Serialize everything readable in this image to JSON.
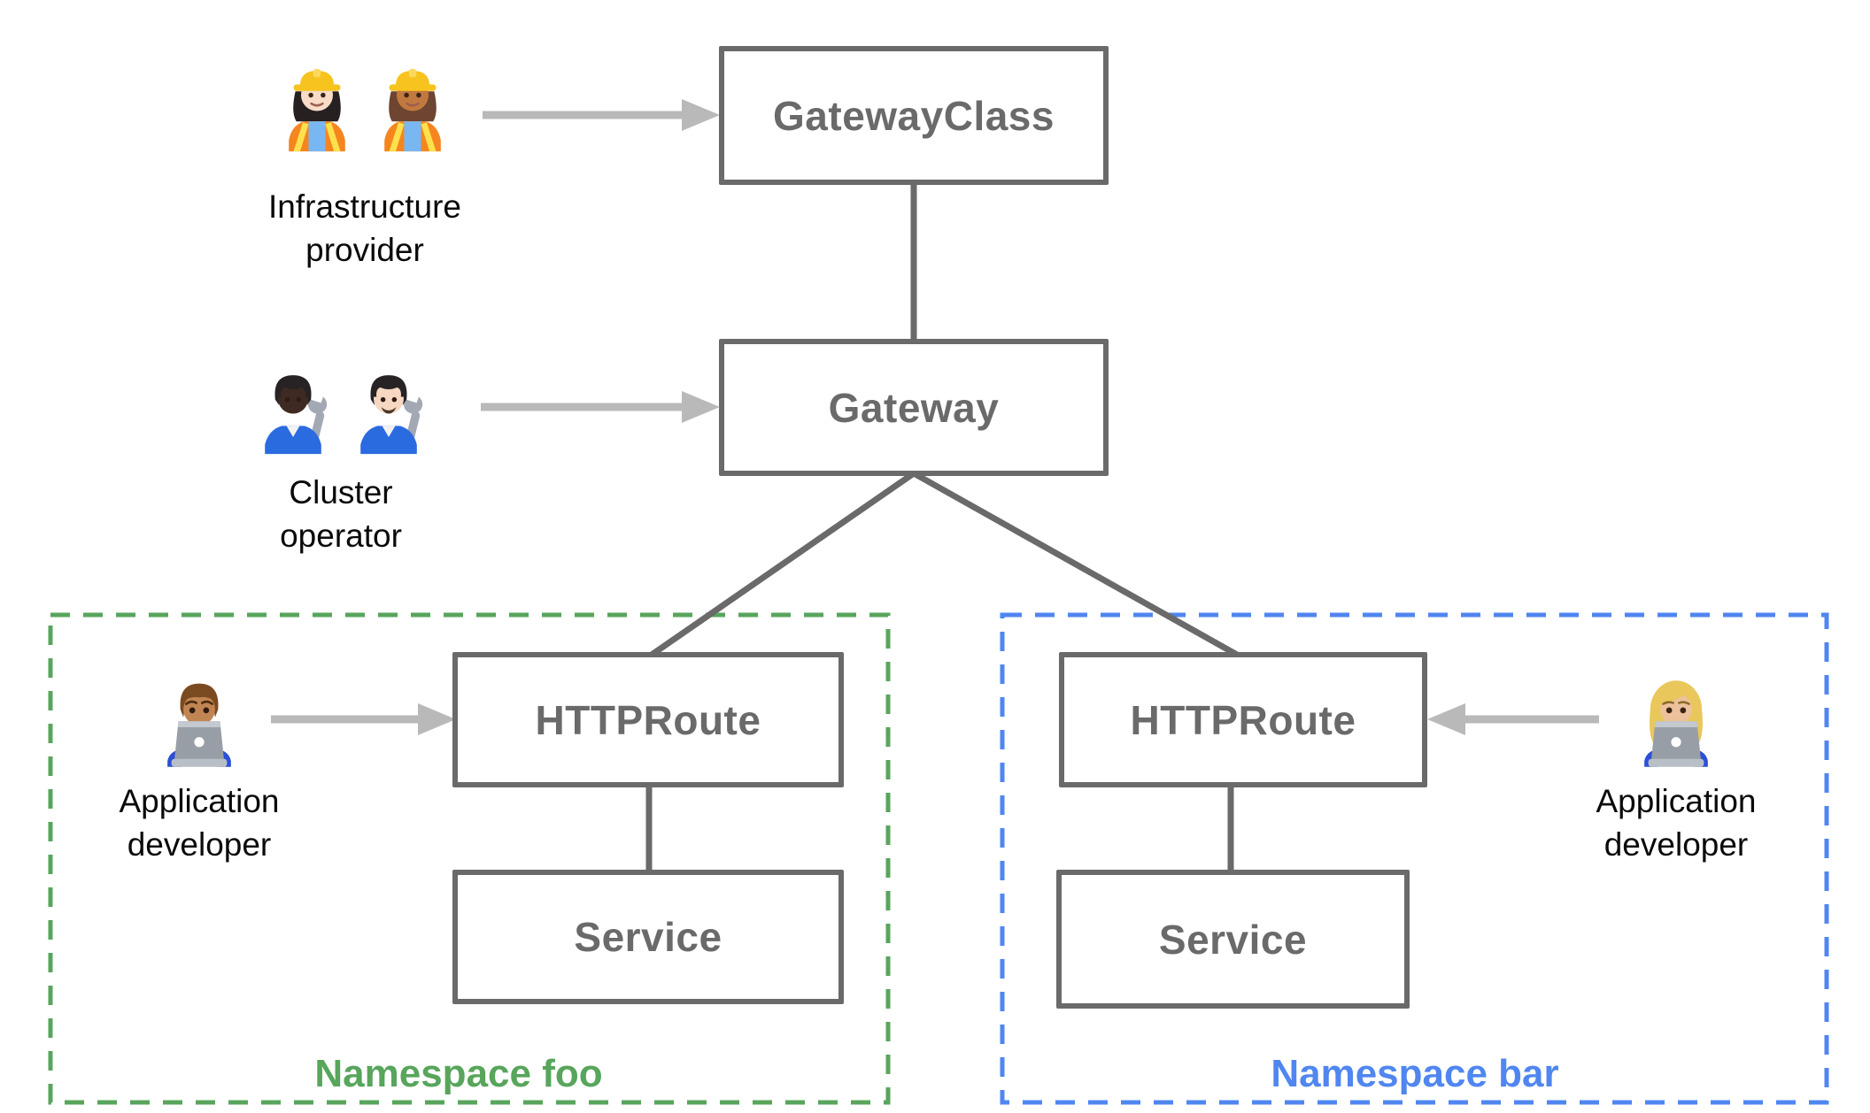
{
  "nodes": {
    "gatewayclass": "GatewayClass",
    "gateway": "Gateway",
    "httproute_foo": "HTTPRoute",
    "service_foo": "Service",
    "httproute_bar": "HTTPRoute",
    "service_bar": "Service"
  },
  "namespaces": {
    "foo": {
      "label": "Namespace foo",
      "color": "#58a55c"
    },
    "bar": {
      "label": "Namespace bar",
      "color": "#5086f0"
    }
  },
  "personas": {
    "infrastructure_provider": {
      "line1": "Infrastructure",
      "line2": "provider",
      "icons": [
        {
          "name": "woman-construction-worker-light-icon",
          "emoji": "👷🏻‍♀️"
        },
        {
          "name": "woman-construction-worker-medium-icon",
          "emoji": "👷🏽‍♀️"
        }
      ]
    },
    "cluster_operator": {
      "line1": "Cluster",
      "line2": "operator",
      "icons": [
        {
          "name": "mechanic-dark-skin-icon",
          "emoji": "🧑🏿‍🔧"
        },
        {
          "name": "man-mechanic-light-skin-icon",
          "emoji": "👨🏻‍🔧"
        }
      ]
    },
    "application_developer_foo": {
      "line1": "Application",
      "line2": "developer",
      "icons": [
        {
          "name": "man-technologist-icon",
          "emoji": "👨🏽‍💻"
        }
      ]
    },
    "application_developer_bar": {
      "line1": "Application",
      "line2": "developer",
      "icons": [
        {
          "name": "woman-technologist-icon",
          "emoji": "👩🏼‍💻"
        }
      ]
    }
  },
  "colors": {
    "background": "#ffffff",
    "node_border": "#6a6a6a",
    "node_text": "#6a6a6a",
    "connector": "#6a6a6a",
    "arrow": "#b9b9b9",
    "persona_label": "#0a0a0a"
  }
}
